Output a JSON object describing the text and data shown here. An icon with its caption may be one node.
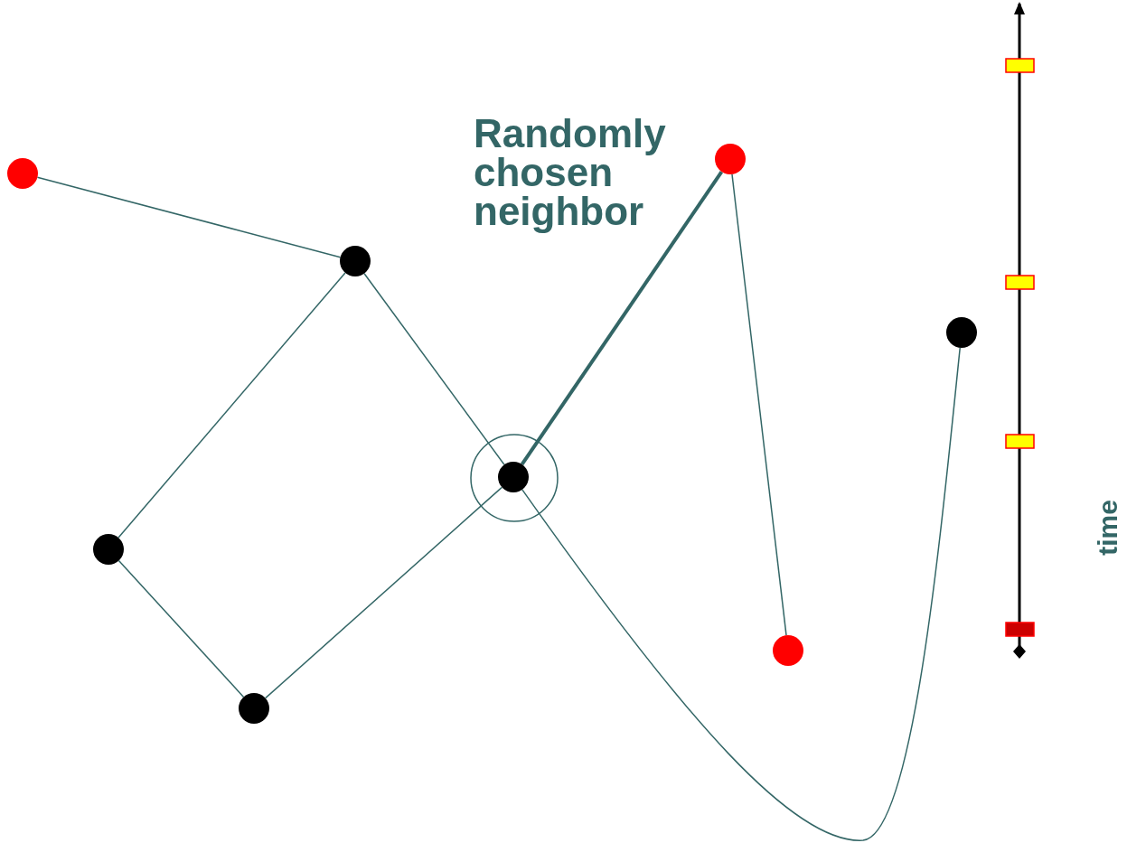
{
  "diagram": {
    "nodes": [
      {
        "text": [],
        "shape": "circle"
      },
      {
        "text": [],
        "shape": "circle"
      },
      {
        "text": [],
        "shape": "circle"
      },
      {
        "text": [],
        "shape": "circle"
      },
      {
        "text": [],
        "shape": "circle"
      },
      {
        "text": [],
        "shape": "circle"
      },
      {
        "text": [],
        "shape": "circle"
      },
      {
        "text": [],
        "shape": "circle"
      }
    ],
    "edges": [
      {
        "from": 0,
        "to": 3,
        "arrow": "none"
      },
      {
        "from": 3,
        "to": 1,
        "arrow": "none"
      },
      {
        "from": 1,
        "to": 2,
        "arrow": "none"
      },
      {
        "from": 2,
        "to": 4,
        "arrow": "none"
      },
      {
        "from": 3,
        "to": 4,
        "arrow": "none"
      },
      {
        "from": 4,
        "to": 5,
        "arrow": "none",
        "style": "thick"
      },
      {
        "from": 5,
        "to": 6,
        "arrow": "none"
      },
      {
        "from": 4,
        "to": 7,
        "arrow": "none"
      }
    ],
    "labels": [
      "Randomly chosen neighbor",
      "time"
    ]
  }
}
